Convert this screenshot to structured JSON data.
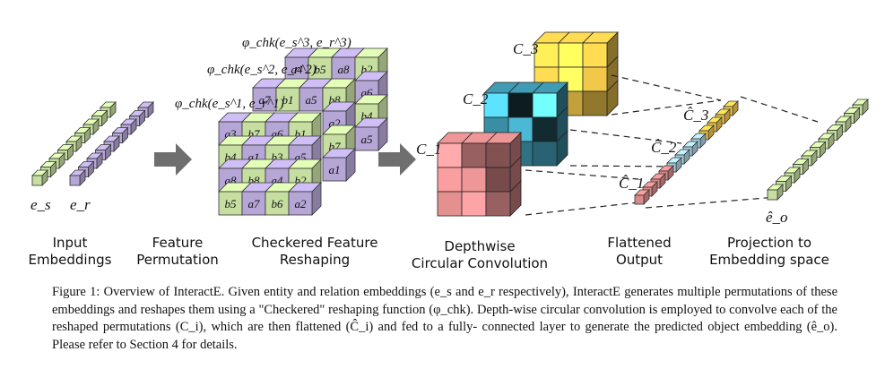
{
  "labels": {
    "input": "Input Embeddings",
    "permutation": "Feature Permutation",
    "reshaping": "Checkered Feature Reshaping",
    "depthwise": "Depthwise Circular Convolution",
    "flattened": "Flattened Output",
    "projection": "Projection to Embedding space"
  },
  "symbols": {
    "es": "e_s",
    "er": "e_r",
    "eo": "ê_o",
    "c1": "C_1",
    "c2": "C_2",
    "c3": "C_3",
    "chat1": "Ĉ_1",
    "chat2": "Ĉ_2",
    "chat3": "Ĉ_3",
    "phi1": "φ_chk(e_s^1, e_r^1)",
    "phi2": "φ_chk(e_s^2, e_r^2)",
    "phi3": "φ_chk(e_s^3, e_r^3)"
  },
  "grids": {
    "front": [
      [
        "a3",
        "b7",
        "a6",
        "b1"
      ],
      [
        "b4",
        "a1",
        "b3",
        "a5"
      ],
      [
        "a8",
        "b8",
        "a4",
        "b2"
      ],
      [
        "b5",
        "a7",
        "b6",
        "a2"
      ]
    ],
    "middle_top": [
      "a7",
      "b1",
      "a5",
      "b8"
    ],
    "middle_side": [
      "a2",
      "b7",
      "a1"
    ],
    "back_top": [
      "a4",
      "b5",
      "a8",
      "b2"
    ],
    "back_side": [
      "a6",
      "b4",
      "a5"
    ]
  },
  "colors": {
    "green": "#c6dea0",
    "purple": "#b5a6d6",
    "red": "#d9898a",
    "teal": "#3a8ea4",
    "yellow": "#f2c84a"
  },
  "caption": {
    "line1": "Figure 1: Overview of InteractE. Given entity and relation embeddings (e_s and e_r respectively), InteractE generates multiple",
    "line2": "permutations of these embeddings and reshapes them using a \"Checkered\" reshaping function (φ_chk). Depth-wise circular",
    "line3": "convolution is employed to convolve each of the reshaped permutations (C_i), which are then flattened (Ĉ_i) and fed to a fully-",
    "line4": "connected layer to generate the predicted object embedding (ê_o). Please refer to Section 4 for details."
  }
}
